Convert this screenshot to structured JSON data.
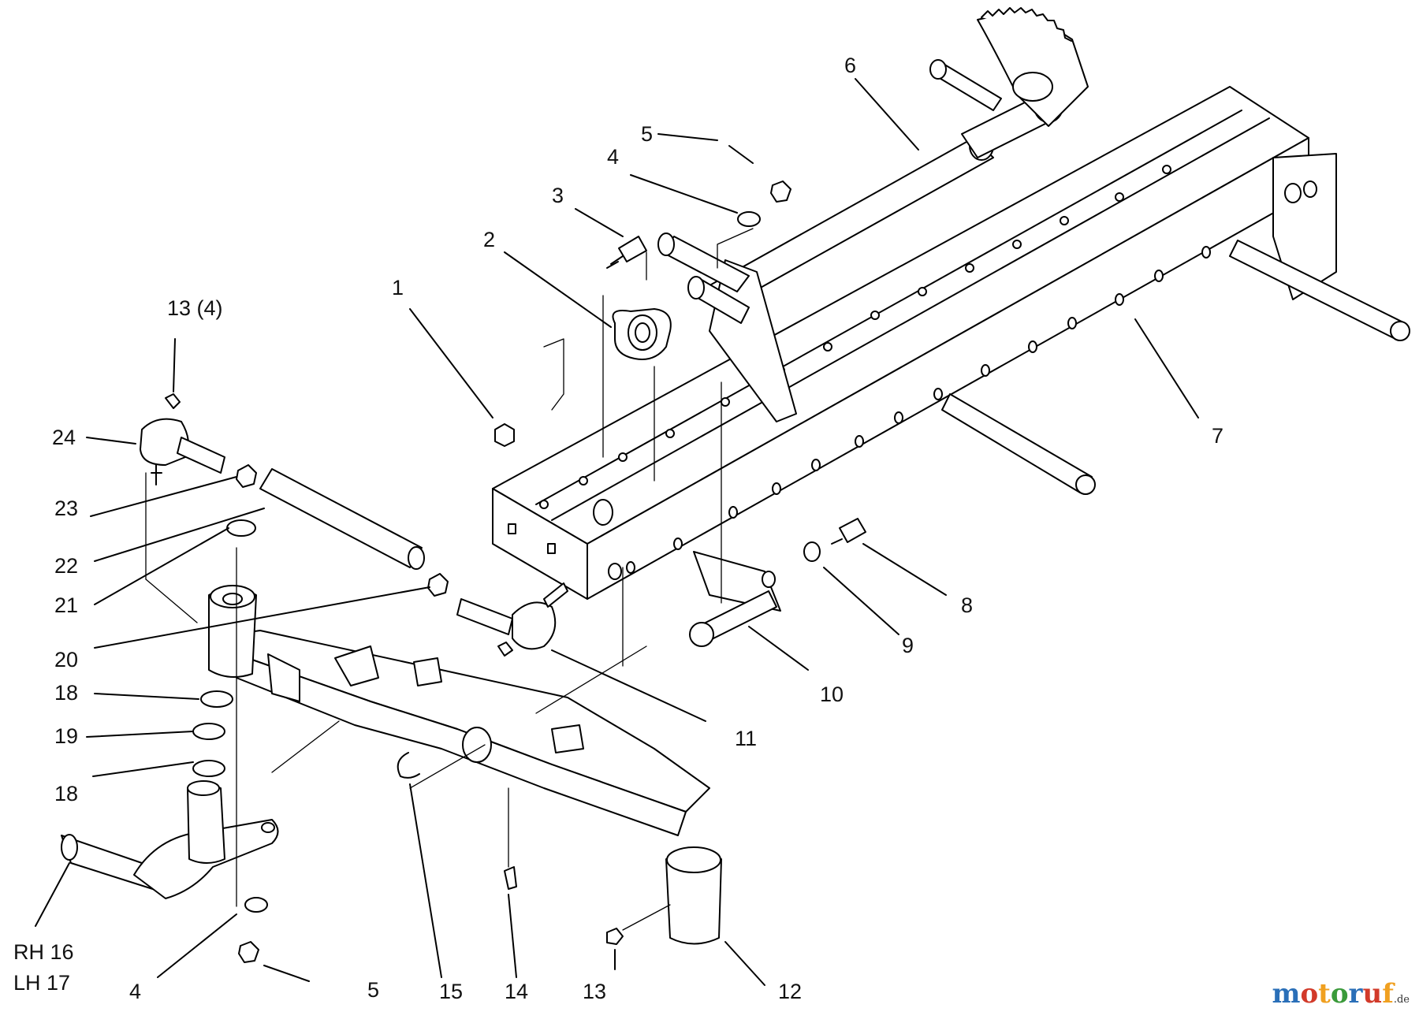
{
  "callouts": [
    {
      "id": "c1",
      "text": "1"
    },
    {
      "id": "c2",
      "text": "2"
    },
    {
      "id": "c3",
      "text": "3"
    },
    {
      "id": "c4a",
      "text": "4"
    },
    {
      "id": "c5a",
      "text": "5"
    },
    {
      "id": "c6",
      "text": "6"
    },
    {
      "id": "c7",
      "text": "7"
    },
    {
      "id": "c8",
      "text": "8"
    },
    {
      "id": "c9",
      "text": "9"
    },
    {
      "id": "c10",
      "text": "10"
    },
    {
      "id": "c11",
      "text": "11"
    },
    {
      "id": "c12",
      "text": "12"
    },
    {
      "id": "c13a",
      "text": "13 (4)"
    },
    {
      "id": "c13b",
      "text": "13"
    },
    {
      "id": "c14",
      "text": "14"
    },
    {
      "id": "c15",
      "text": "15"
    },
    {
      "id": "c16",
      "text": "RH 16"
    },
    {
      "id": "c17",
      "text": "LH 17"
    },
    {
      "id": "c18a",
      "text": "18"
    },
    {
      "id": "c19",
      "text": "19"
    },
    {
      "id": "c18b",
      "text": "18"
    },
    {
      "id": "c20",
      "text": "20"
    },
    {
      "id": "c21",
      "text": "21"
    },
    {
      "id": "c22",
      "text": "22"
    },
    {
      "id": "c23",
      "text": "23"
    },
    {
      "id": "c24",
      "text": "24"
    },
    {
      "id": "c4b",
      "text": "4"
    },
    {
      "id": "c5b",
      "text": "5"
    }
  ],
  "watermark": {
    "brand": "motoruf",
    "suffix": ".de",
    "colors": [
      "#2a6fb8",
      "#d23a2a",
      "#f0a020",
      "#3a9a3a",
      "#2a6fb8",
      "#d23a2a",
      "#f0a020"
    ]
  }
}
